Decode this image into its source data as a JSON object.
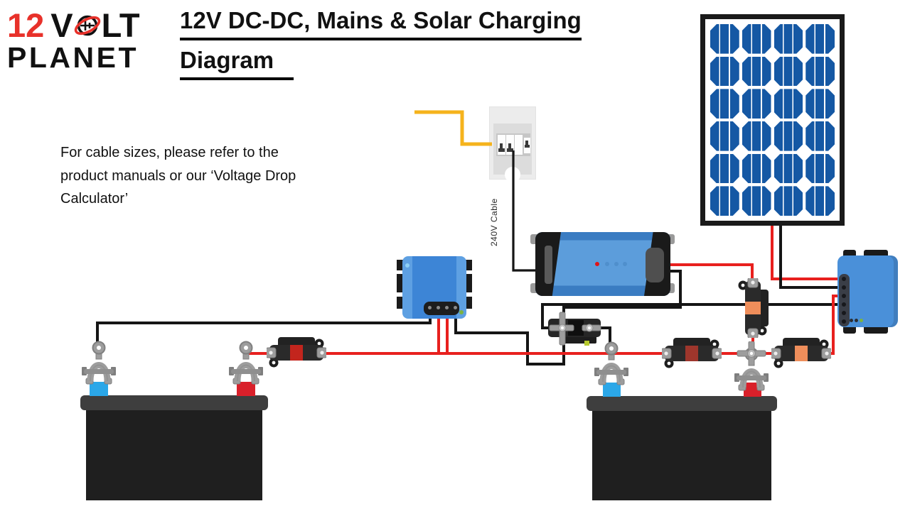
{
  "logo": {
    "number": "12",
    "word1_v": "V",
    "word1_rest": "LT",
    "word2": "PLANET"
  },
  "header": {
    "title_line1": "12V DC-DC, Mains & Solar Charging",
    "title_line2": "Diagram"
  },
  "note": {
    "lines": [
      "For cable sizes, please refer to the",
      "product manuals or our ‘Voltage Drop",
      "Calculator’"
    ]
  },
  "labels": {
    "mains_cable": "240V Cable"
  },
  "palette": {
    "red_wire": "#E8201E",
    "black_wire": "#151515",
    "yellow_wire": "#F5B31C",
    "device_blue": "#4A90D9",
    "device_blue_light": "#5EA0E2",
    "device_blue_mid": "#3D85D6",
    "device_blue_dark": "#3A7CC2",
    "charger_band": "#5C9DDB",
    "solar_cell": "#1558A4",
    "frame_black": "#1A1A1A",
    "body_black": "#1F1F1F",
    "lid_gray": "#3E3E3E",
    "clamp_gray": "#9D9D9D",
    "clamp_gray_dark": "#7F7F7F",
    "post_blue": "#2BA7E8",
    "post_red": "#D9202A",
    "fuse_bright_red": "#C3251D",
    "fuse_dark_red": "#9E362C",
    "fuse_orange": "#EF8E5B",
    "led_red": "#E01418",
    "led_blue": "#4F8FCC",
    "led_green": "#7CB342",
    "led_cyan": "#8FD0F5",
    "unit_gray": "#ECECEC",
    "unit_inner": "#DCDCDC",
    "unit_strip": "#C6C6C6",
    "strip_dark": "#3A3E47",
    "logo_red": "#E8312A",
    "text_black": "#111111"
  }
}
